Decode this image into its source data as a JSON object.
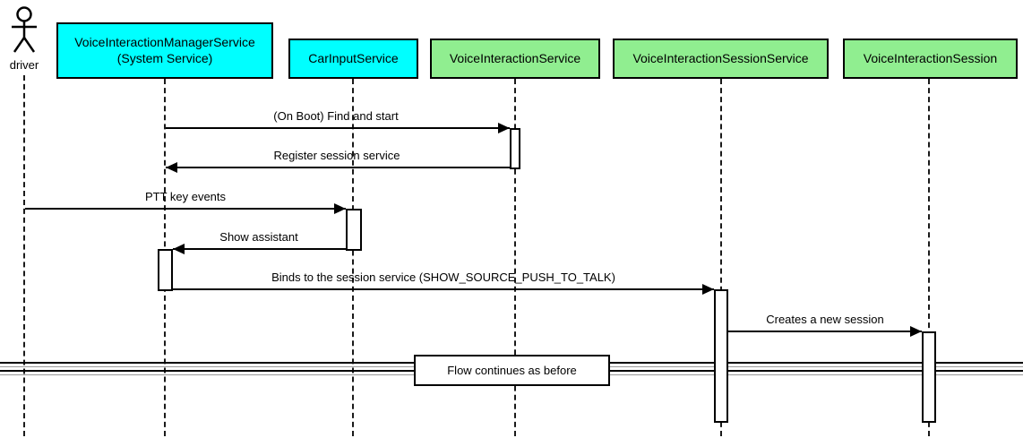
{
  "diagram": {
    "type": "uml-sequence-diagram",
    "actor": {
      "name": "driver"
    },
    "participants": [
      {
        "name": "VoiceInteractionManagerService",
        "subtitle": "(System Service)",
        "fill": "#00FFFF"
      },
      {
        "name": "CarInputService",
        "subtitle": "",
        "fill": "#00FFFF"
      },
      {
        "name": "VoiceInteractionService",
        "subtitle": "",
        "fill": "#90EE90"
      },
      {
        "name": "VoiceInteractionSessionService",
        "subtitle": "",
        "fill": "#90EE90"
      },
      {
        "name": "VoiceInteractionSession",
        "subtitle": "",
        "fill": "#90EE90"
      }
    ],
    "messages": [
      {
        "label": "(On Boot) Find and start",
        "from": "VoiceInteractionManagerService",
        "to": "VoiceInteractionService",
        "direction": "right"
      },
      {
        "label": "Register session service",
        "from": "VoiceInteractionService",
        "to": "VoiceInteractionManagerService",
        "direction": "left"
      },
      {
        "label": "PTT key events",
        "from": "driver",
        "to": "CarInputService",
        "direction": "right"
      },
      {
        "label": "Show assistant",
        "from": "CarInputService",
        "to": "VoiceInteractionManagerService",
        "direction": "left"
      },
      {
        "label": "Binds to the session service (SHOW_SOURCE_PUSH_TO_TALK)",
        "from": "VoiceInteractionManagerService",
        "to": "VoiceInteractionSessionService",
        "direction": "right"
      },
      {
        "label": "Creates a new session",
        "from": "VoiceInteractionSessionService",
        "to": "VoiceInteractionSession",
        "direction": "right"
      }
    ],
    "divider": {
      "label": "Flow continues as before"
    },
    "colors": {
      "participant_cyan": "#00FFFF",
      "participant_green": "#90EE90",
      "border": "#000000",
      "background": "#FFFFFF"
    }
  }
}
